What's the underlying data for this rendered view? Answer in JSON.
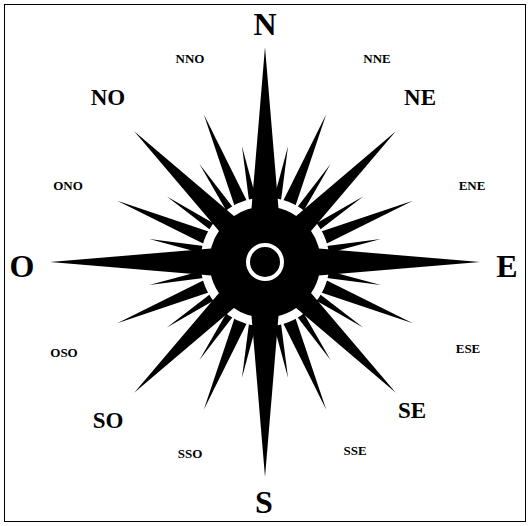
{
  "diagram": {
    "labels": [
      "N",
      "NNO",
      "NNE",
      "NO",
      "NE",
      "ONO",
      "ENE",
      "O",
      "E",
      "OSO",
      "ESE",
      "SO",
      "SE",
      "SSO",
      "SSE",
      "S"
    ]
  }
}
